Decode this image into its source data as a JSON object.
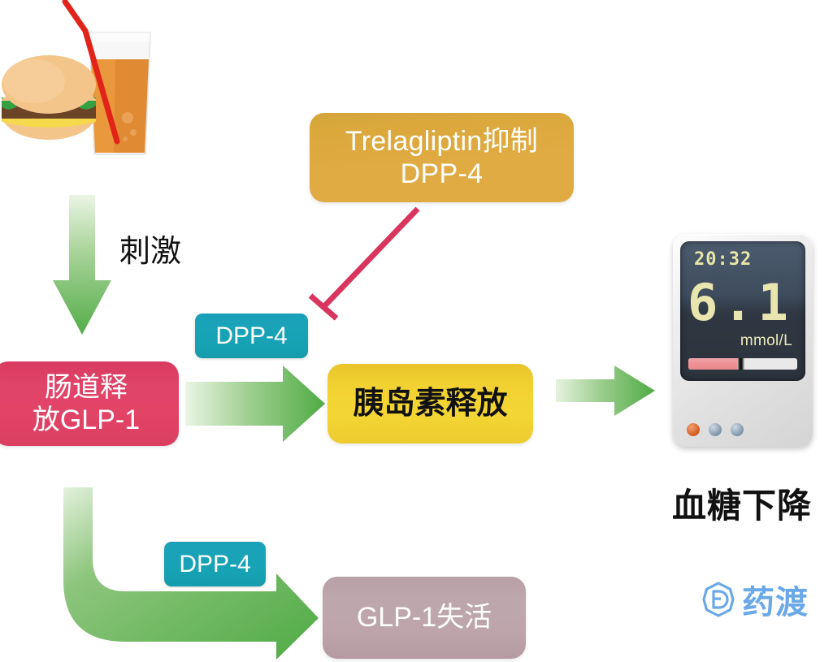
{
  "diagram": {
    "title": "Trelagliptin DPP-4 inhibition / GLP-1 incretin pathway",
    "nodes": {
      "trelagliptin": {
        "label": "Trelagliptin抑制\nDPP-4",
        "color": "#e0ab42",
        "text_color": "#ffffff"
      },
      "gut_glp1": {
        "label": "肠道释\n放GLP-1",
        "color": "#e24468",
        "text_color": "#ffffff"
      },
      "insulin": {
        "label": "胰岛素释放",
        "color": "#f3d634",
        "text_color": "#111111"
      },
      "glp1_inactive": {
        "label": "GLP-1失活",
        "color": "#bda5ab",
        "text_color": "#ffffff"
      },
      "dpp4_top": {
        "label": "DPP-4",
        "color": "#17a2b4",
        "text_color": "#ffffff"
      },
      "dpp4_bottom": {
        "label": "DPP-4",
        "color": "#17a2b4",
        "text_color": "#ffffff"
      }
    },
    "labels": {
      "stimulate": "刺激",
      "blood_glucose_down": "血糖下降"
    },
    "edges": [
      {
        "from": "food",
        "to": "gut_glp1",
        "style": "green-arrow-down",
        "label": "刺激"
      },
      {
        "from": "gut_glp1",
        "to": "insulin",
        "style": "green-arrow-right",
        "marker": "DPP-4"
      },
      {
        "from": "gut_glp1",
        "to": "glp1_inactive",
        "style": "green-elbow-arrow",
        "marker": "DPP-4"
      },
      {
        "from": "insulin",
        "to": "glucometer",
        "style": "green-arrow-right"
      },
      {
        "from": "trelagliptin",
        "to": "dpp4_top",
        "style": "crimson-inhibition-bar",
        "color": "#d9355f"
      }
    ],
    "arrow_color_light": "#e2f0d9",
    "arrow_color_dark": "#55ad4a",
    "inhibitor_color": "#d9355f"
  },
  "glucometer": {
    "time": "20:32",
    "value": "6.1",
    "unit": "mmol/L",
    "bar_fill_percent": 46,
    "buttons": [
      "orange-button",
      "blue-button",
      "blue-button"
    ]
  },
  "food_illustration": {
    "items": [
      "burger-icon",
      "soda-cup-icon",
      "straw-icon"
    ],
    "burger_bun_color": "#f3c58a",
    "lettuce_color": "#34a041",
    "patty_color": "#6b4326",
    "cheese_color": "#f5d84b",
    "soda_color": "#e08b33",
    "straw_color": "#e2231a"
  },
  "logo": {
    "mark": "pharmcube-d-icon",
    "text": "药渡",
    "color": "#6aa8e8"
  }
}
